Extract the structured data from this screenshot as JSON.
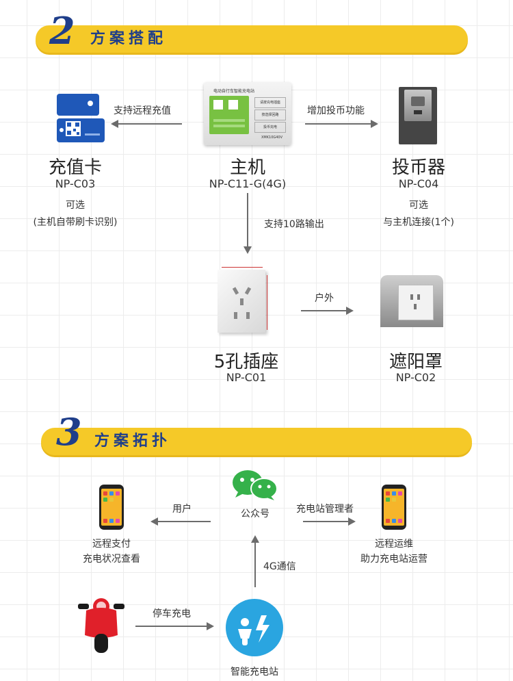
{
  "section2": {
    "number": "2",
    "title": "方案搭配"
  },
  "host": {
    "name": "主机",
    "model": "NP-C11-G(4G)",
    "panel_title": "电动自行车智能充电站",
    "panel_buttons": [
      "请按充电插座",
      "按选择回路",
      "投币充电"
    ],
    "panel_model": "XMK10G40V"
  },
  "card": {
    "name": "充值卡",
    "model": "NP-C03",
    "note1": "可选",
    "note2": "(主机自带刷卡识别)",
    "arrow_label": "支持远程充值"
  },
  "coin": {
    "name": "投币器",
    "model": "NP-C04",
    "note1": "可选",
    "note2": "与主机连接(1个)",
    "arrow_label": "增加投币功能"
  },
  "down_arrow_label": "支持10路输出",
  "socket": {
    "name": "5孔插座",
    "model": "NP-C01"
  },
  "outdoor_label": "户外",
  "shade": {
    "name": "遮阳罩",
    "model": "NP-C02"
  },
  "section3": {
    "number": "3",
    "title": "方案拓扑"
  },
  "topology": {
    "wechat_label": "公众号",
    "user_label": "用户",
    "user_phone_line1": "远程支付",
    "user_phone_line2": "充电状况查看",
    "manager_label": "充电站管理者",
    "manager_phone_line1": "远程运维",
    "manager_phone_line2": "助力充电站运营",
    "network_label": "4G通信",
    "parking_label": "停车充电",
    "station_label": "智能充电站"
  },
  "colors": {
    "banner": "#f5c928",
    "banner_text": "#1f3e8a",
    "card_blue": "#1f58b8",
    "wechat_green": "#35b14a",
    "station_blue": "#2aa5e0",
    "scooter_red": "#e0202a"
  }
}
